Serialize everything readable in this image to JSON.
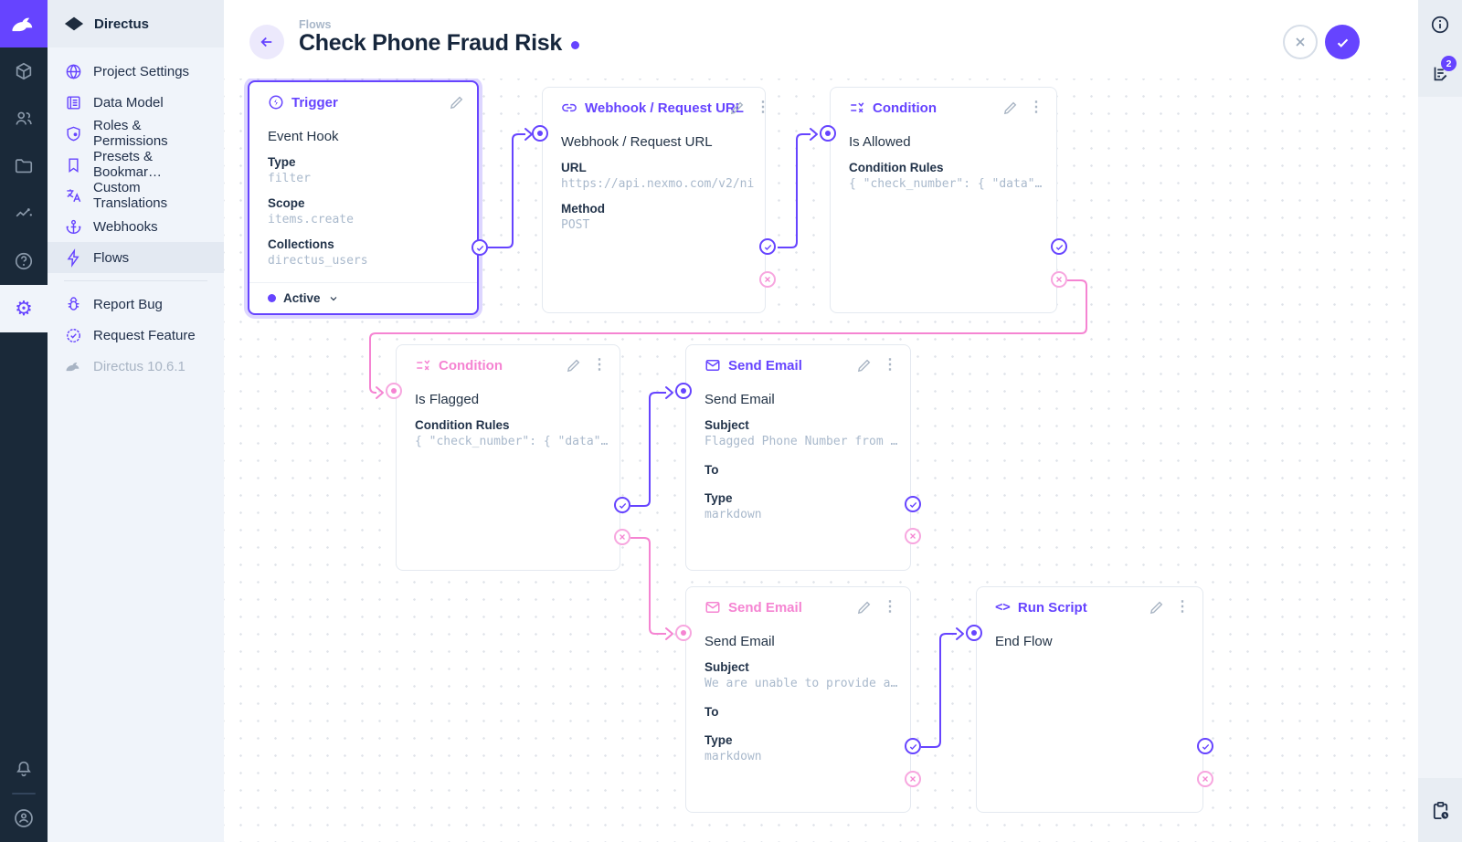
{
  "colors": {
    "accent": "#6644FF",
    "pink": "#F584D2",
    "module_bar_bg": "#1A2939",
    "sidebar_bg": "#F0F4FA",
    "selected_glow": "rgba(102,68,255,0.22)"
  },
  "brand": {
    "name": "Directus"
  },
  "module_bar": {
    "items": [
      {
        "icon": "box-icon"
      },
      {
        "icon": "users-icon"
      },
      {
        "icon": "folder-icon"
      },
      {
        "icon": "insights-icon"
      },
      {
        "icon": "help-icon"
      },
      {
        "icon": "gear-icon",
        "active": true
      },
      {
        "icon": "bell-icon"
      },
      {
        "icon": "avatar-icon"
      }
    ]
  },
  "nav": {
    "project_name": "Directus",
    "items": [
      {
        "label": "Project Settings",
        "icon": "globe-icon"
      },
      {
        "label": "Data Model",
        "icon": "data-model-icon"
      },
      {
        "label": "Roles & Permissions",
        "icon": "shield-icon"
      },
      {
        "label": "Presets & Bookmar…",
        "icon": "bookmark-icon"
      },
      {
        "label": "Custom Translations",
        "icon": "translate-icon"
      },
      {
        "label": "Webhooks",
        "icon": "anchor-icon"
      },
      {
        "label": "Flows",
        "icon": "bolt-icon",
        "active": true
      }
    ],
    "secondary_items": [
      {
        "label": "Report Bug",
        "icon": "bug-icon"
      },
      {
        "label": "Request Feature",
        "icon": "medal-icon"
      }
    ],
    "version_label": "Directus 10.6.1"
  },
  "header": {
    "breadcrumb": "Flows",
    "title": "Check Phone Fraud Risk",
    "actions": [
      {
        "icon": "close-icon"
      },
      {
        "icon": "check-icon"
      }
    ]
  },
  "right_sidebar": {
    "icons": [
      "info-icon",
      "activity-log-icon",
      "revisions-clipboard-icon"
    ],
    "badge_count": "2"
  },
  "icons": {
    "kebab": "⋮",
    "code": "<>",
    "gear": "⚙"
  },
  "flow": {
    "nodes": [
      {
        "id": "trigger",
        "icon": "bolt-circle-icon",
        "panel_title": "Trigger",
        "name": "Event Hook",
        "fields": [
          {
            "label": "Type",
            "value": "filter"
          },
          {
            "label": "Scope",
            "value": "items.create"
          },
          {
            "label": "Collections",
            "value": "directus_users"
          }
        ],
        "status_label": "Active",
        "selected": true
      },
      {
        "id": "webhook",
        "icon": "link-icon",
        "panel_title": "Webhook / Request URL",
        "name": "Webhook / Request URL",
        "fields": [
          {
            "label": "URL",
            "value": "https://api.nexmo.com/v2/ni"
          },
          {
            "label": "Method",
            "value": "POST"
          }
        ]
      },
      {
        "id": "condition-allowed",
        "icon": "rules-icon",
        "panel_title": "Condition",
        "name": "Is Allowed",
        "fields": [
          {
            "label": "Condition Rules",
            "value": "{ \"check_number\": { \"data\"…"
          }
        ]
      },
      {
        "id": "condition-flagged",
        "icon": "rules-icon",
        "panel_title": "Condition",
        "name": "Is Flagged",
        "accent": "pink",
        "fields": [
          {
            "label": "Condition Rules",
            "value": "{ \"check_number\": { \"data\"…"
          }
        ]
      },
      {
        "id": "send-email-flagged",
        "icon": "email-icon",
        "panel_title": "Send Email",
        "name": "Send Email",
        "fields": [
          {
            "label": "Subject",
            "value": "Flagged Phone Number from …"
          },
          {
            "label": "To",
            "value": ""
          },
          {
            "label": "Type",
            "value": "markdown"
          }
        ]
      },
      {
        "id": "send-email-unable",
        "icon": "email-icon",
        "panel_title": "Send Email",
        "name": "Send Email",
        "accent": "pink",
        "fields": [
          {
            "label": "Subject",
            "value": "We are unable to provide a…"
          },
          {
            "label": "To",
            "value": ""
          },
          {
            "label": "Type",
            "value": "markdown"
          }
        ]
      },
      {
        "id": "run-script",
        "icon": "code-icon",
        "panel_title": "Run Script",
        "name": "End Flow",
        "fields": []
      }
    ]
  }
}
